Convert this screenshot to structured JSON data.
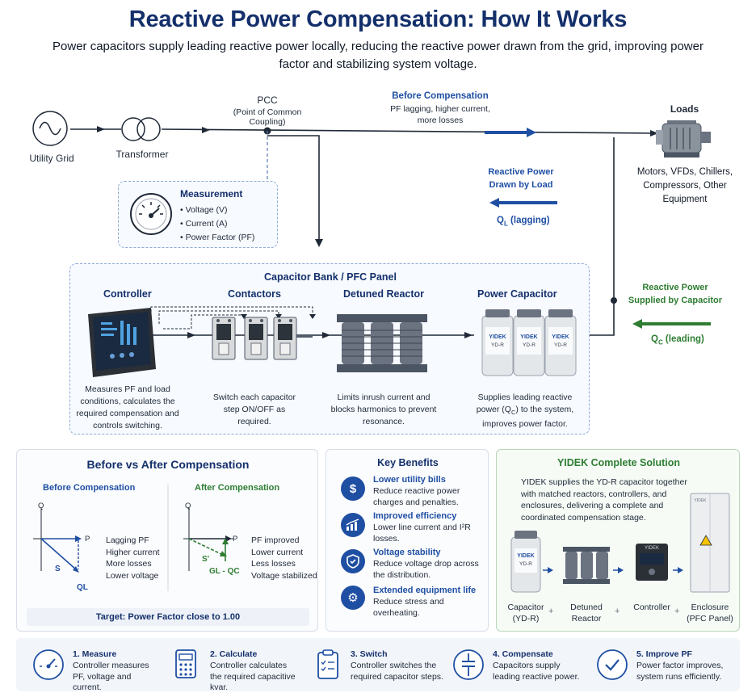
{
  "title": "Reactive Power Compensation: How It Works",
  "subtitle": "Power capacitors supply leading reactive power locally, reducing the reactive power drawn from the grid, improving power factor and stabilizing system voltage.",
  "grid": {
    "utility": "Utility Grid",
    "transformer": "Transformer",
    "pcc_title": "PCC",
    "pcc_sub": "(Point of Common Coupling)",
    "before_title": "Before Compensation",
    "before_desc": "PF lagging, higher current, more losses",
    "loads_title": "Loads",
    "loads_desc": "Motors, VFDs, Chillers, Compressors, Other Equipment",
    "reactive_load_title": "Reactive Power Drawn by Load",
    "ql_label": "Q",
    "ql_sub": "L",
    "ql_suffix": " (lagging)",
    "reactive_cap_title": "Reactive Power Supplied by Capacitor",
    "qc_label": "Q",
    "qc_sub": "C",
    "qc_suffix": " (leading)"
  },
  "measurement": {
    "title": "Measurement",
    "items": [
      "Voltage (V)",
      "Current (A)",
      "Power Factor (PF)"
    ]
  },
  "bank": {
    "title": "Capacitor Bank / PFC Panel",
    "controller": {
      "title": "Controller",
      "desc": "Measures PF and load conditions, calculates the required compensation and controls switching."
    },
    "contactors": {
      "title": "Contactors",
      "desc": "Switch each capacitor step ON/OFF as required."
    },
    "reactor": {
      "title": "Detuned Reactor",
      "desc": "Limits inrush current and blocks harmonics to prevent resonance."
    },
    "capacitor": {
      "title": "Power Capacitor",
      "desc_a": "Supplies leading reactive power (Q",
      "desc_sub": "C",
      "desc_b": ") to the system, improves power factor."
    },
    "cap_brand": "YIDEK",
    "cap_model": "YD-R"
  },
  "comparison": {
    "title": "Before vs After Compensation",
    "before_title": "Before Compensation",
    "after_title": "After Compensation",
    "axis_q": "Q",
    "axis_p": "P",
    "s_label": "S",
    "s_prime": "S'",
    "ql": "QL",
    "glqc": "GL - QC",
    "before_items": [
      "Lagging PF",
      "Higher current",
      "More losses",
      "Lower voltage"
    ],
    "after_items": [
      "PF improved",
      "Lower current",
      "Less losses",
      "Voltage stabilized"
    ],
    "target": "Target: Power Factor close to 1.00"
  },
  "benefits": {
    "title": "Key Benefits",
    "items": [
      {
        "icon": "dollar-icon",
        "title": "Lower utility bills",
        "desc": "Reduce reactive power charges and penalties."
      },
      {
        "icon": "chart-icon",
        "title": "Improved efficiency",
        "desc": "Lower line current and I²R losses."
      },
      {
        "icon": "shield-icon",
        "title": "Voltage stability",
        "desc": "Reduce voltage drop across the distribution."
      },
      {
        "icon": "gear-icon",
        "title": "Extended equipment life",
        "desc": "Reduce stress and overheating."
      }
    ]
  },
  "solution": {
    "title": "YIDEK Complete Solution",
    "desc": "YIDEK supplies the YD-R capacitor together with matched reactors, controllers, and enclosures, delivering a complete and coordinated compensation stage.",
    "items": [
      {
        "label": "Capacitor (YD-R)"
      },
      {
        "label": "Detuned Reactor"
      },
      {
        "label": "Controller"
      },
      {
        "label": "Enclosure (PFC Panel)"
      }
    ],
    "plus": "+",
    "controller_brand": "YIDEK",
    "enclosure_brand": "YIDEK"
  },
  "steps": [
    {
      "icon": "gauge-icon",
      "title": "1. Measure",
      "desc": "Controller measures PF, voltage and current."
    },
    {
      "icon": "calculator-icon",
      "title": "2. Calculate",
      "desc": "Controller calculates the required capacitive kvar."
    },
    {
      "icon": "clipboard-icon",
      "title": "3. Switch",
      "desc": "Controller switches the required capacitor steps."
    },
    {
      "icon": "capacitor-icon",
      "title": "4. Compensate",
      "desc": "Capacitors supply leading reactive power."
    },
    {
      "icon": "check-icon",
      "title": "5. Improve PF",
      "desc": "Power factor improves, system runs efficiently."
    }
  ],
  "colors": {
    "navy": "#14306b",
    "blue": "#1f4fa3",
    "green": "#2e7d32"
  }
}
